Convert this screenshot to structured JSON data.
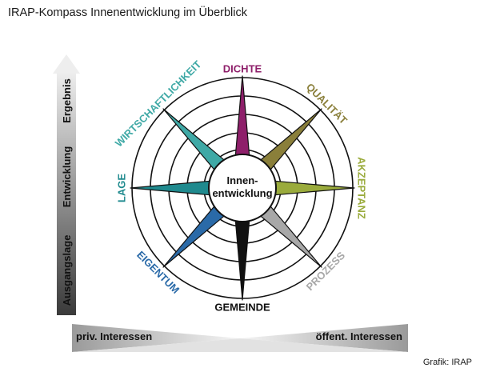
{
  "title": "IRAP-Kompass Innenentwicklung im Überblick",
  "credit": "Grafik: IRAP",
  "center": {
    "line1": "Innen-",
    "line2": "entwicklung"
  },
  "points": [
    {
      "label": "DICHTE",
      "color": "#8e1f6a"
    },
    {
      "label": "QUALITÄT",
      "color": "#8a7f3a"
    },
    {
      "label": "AKZEPTANZ",
      "color": "#9aab3c"
    },
    {
      "label": "PROZESS",
      "color": "#a8a8a8"
    },
    {
      "label": "GEMEINDE",
      "color": "#111111"
    },
    {
      "label": "EIGENTUM",
      "color": "#2a6aa8"
    },
    {
      "label": "LAGE",
      "color": "#1f8a8e"
    },
    {
      "label": "WIRTSCHAFTLICHKEIT",
      "color": "#3fa9a6"
    }
  ],
  "vertical_axis": {
    "labels": [
      "Ausgangslage",
      "Entwicklung",
      "Ergebnis"
    ]
  },
  "horizontal_axis": {
    "left": "priv. Interessen",
    "right": "öffent. Interessen"
  }
}
